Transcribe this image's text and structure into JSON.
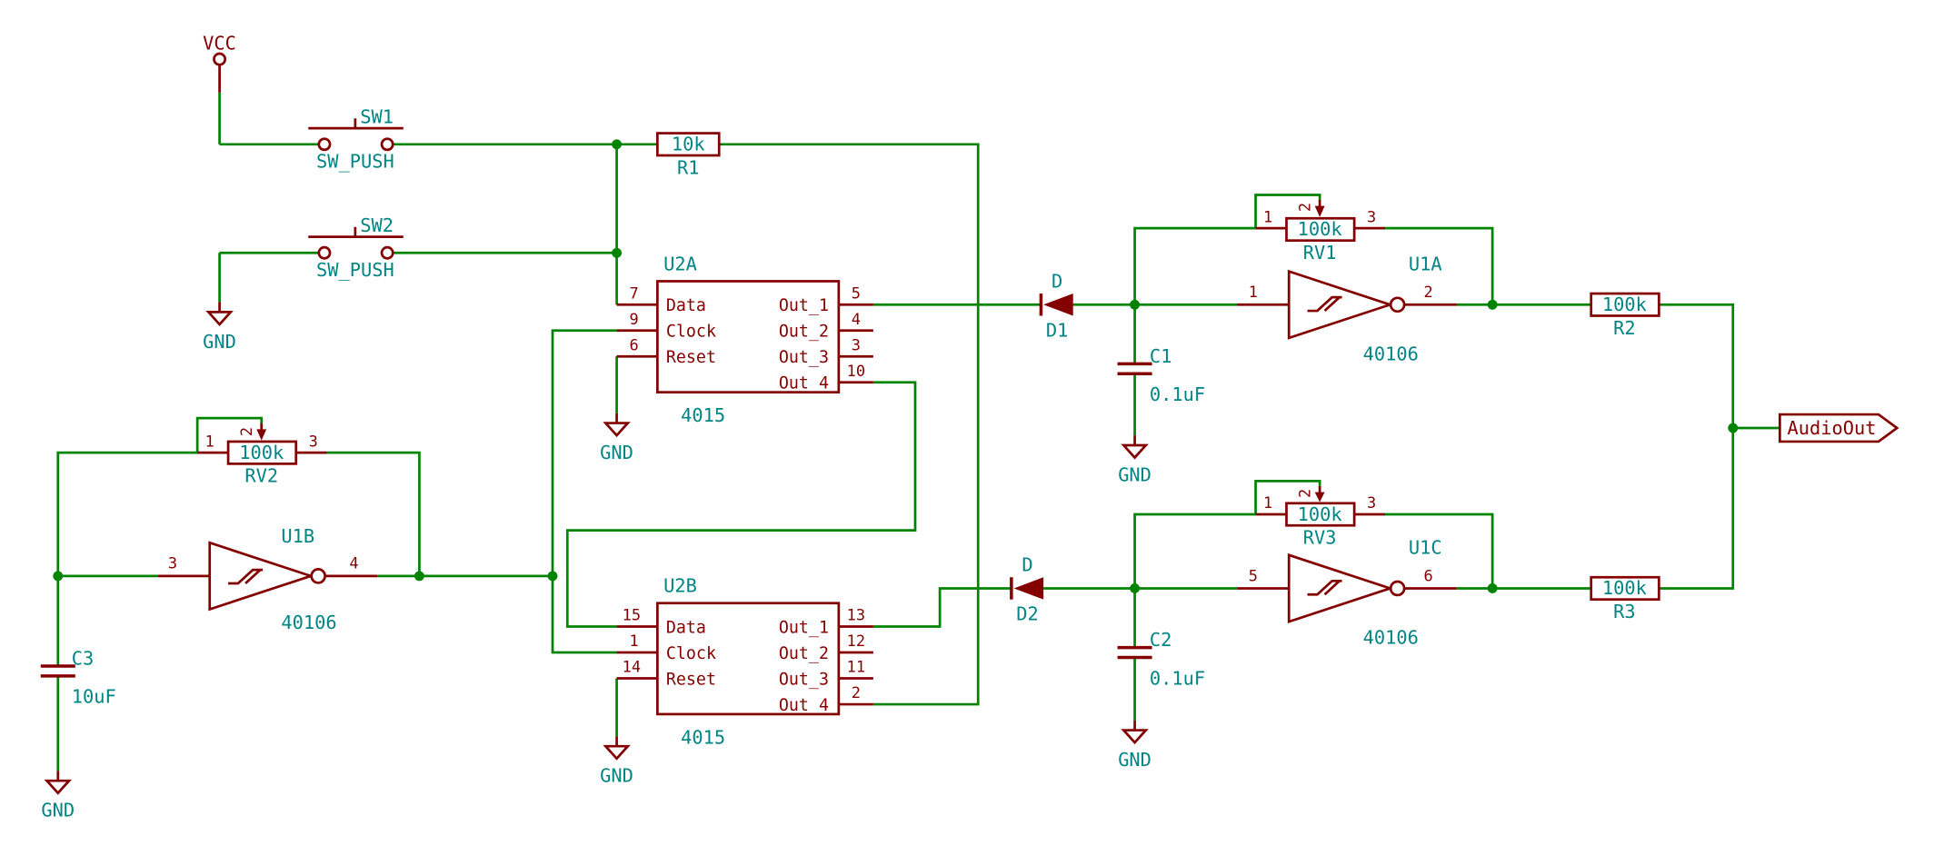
{
  "colors": {
    "wire": "#008400",
    "symbol": "#840000",
    "field_text": "#008484",
    "pin_text": "#840000",
    "background": "#ffffff"
  },
  "power": {
    "vcc": "VCC",
    "gnd": "GND"
  },
  "components": {
    "sw1": {
      "ref": "SW1",
      "value": "SW_PUSH"
    },
    "sw2": {
      "ref": "SW2",
      "value": "SW_PUSH"
    },
    "r1": {
      "ref": "R1",
      "value": "10k"
    },
    "r2": {
      "ref": "R2",
      "value": "100k"
    },
    "r3": {
      "ref": "R3",
      "value": "100k"
    },
    "rv1": {
      "ref": "RV1",
      "value": "100k",
      "pin1": "1",
      "pin2": "2",
      "pin3": "3"
    },
    "rv2": {
      "ref": "RV2",
      "value": "100k",
      "pin1": "1",
      "pin2": "2",
      "pin3": "3"
    },
    "rv3": {
      "ref": "RV3",
      "value": "100k",
      "pin1": "1",
      "pin2": "2",
      "pin3": "3"
    },
    "c1": {
      "ref": "C1",
      "value": "0.1uF"
    },
    "c2": {
      "ref": "C2",
      "value": "0.1uF"
    },
    "c3": {
      "ref": "C3",
      "value": "10uF"
    },
    "d1": {
      "ref": "D1",
      "name": "D"
    },
    "d2": {
      "ref": "D2",
      "name": "D"
    },
    "u1a": {
      "ref": "U1A",
      "value": "40106",
      "pin_in": "1",
      "pin_out": "2"
    },
    "u1b": {
      "ref": "U1B",
      "value": "40106",
      "pin_in": "3",
      "pin_out": "4"
    },
    "u1c": {
      "ref": "U1C",
      "value": "40106",
      "pin_in": "5",
      "pin_out": "6"
    },
    "u2a": {
      "ref": "U2A",
      "value": "4015",
      "pins_left": [
        {
          "num": "7",
          "name": "Data"
        },
        {
          "num": "9",
          "name": "Clock"
        },
        {
          "num": "6",
          "name": "Reset"
        }
      ],
      "pins_right": [
        {
          "num": "5",
          "name": "Out_1"
        },
        {
          "num": "4",
          "name": "Out_2"
        },
        {
          "num": "3",
          "name": "Out_3"
        },
        {
          "num": "10",
          "name": "Out_4"
        }
      ]
    },
    "u2b": {
      "ref": "U2B",
      "value": "4015",
      "pins_left": [
        {
          "num": "15",
          "name": "Data"
        },
        {
          "num": "1",
          "name": "Clock"
        },
        {
          "num": "14",
          "name": "Reset"
        }
      ],
      "pins_right": [
        {
          "num": "13",
          "name": "Out_1"
        },
        {
          "num": "12",
          "name": "Out_2"
        },
        {
          "num": "11",
          "name": "Out_3"
        },
        {
          "num": "2",
          "name": "Out_4"
        }
      ]
    }
  },
  "labels": {
    "audio_out": "AudioOut"
  }
}
